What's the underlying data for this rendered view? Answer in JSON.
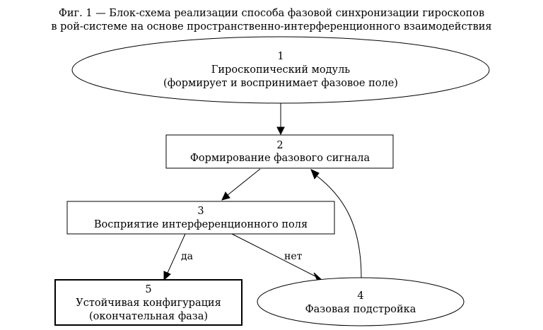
{
  "caption": {
    "line1": "Фиг. 1 — Блок-схема реализации способа фазовой синхронизации гироскопов",
    "line2": "в рой-системе на основе пространственно-интерференционного взаимодействия"
  },
  "nodes": {
    "n1": {
      "number": "1",
      "title": "Гироскопический модуль",
      "subtitle": "(формирует и воспринимает фазовое поле)"
    },
    "n2": {
      "number": "2",
      "title": "Формирование фазового сигнала"
    },
    "n3": {
      "number": "3",
      "title": "Восприятие интерференционного поля"
    },
    "n4": {
      "number": "4",
      "title": "Фазовая подстройка"
    },
    "n5": {
      "number": "5",
      "title": "Устойчивая конфигурация",
      "subtitle": "(окончательная фаза)"
    }
  },
  "edges": {
    "yes_label": "да",
    "no_label": "нет"
  }
}
